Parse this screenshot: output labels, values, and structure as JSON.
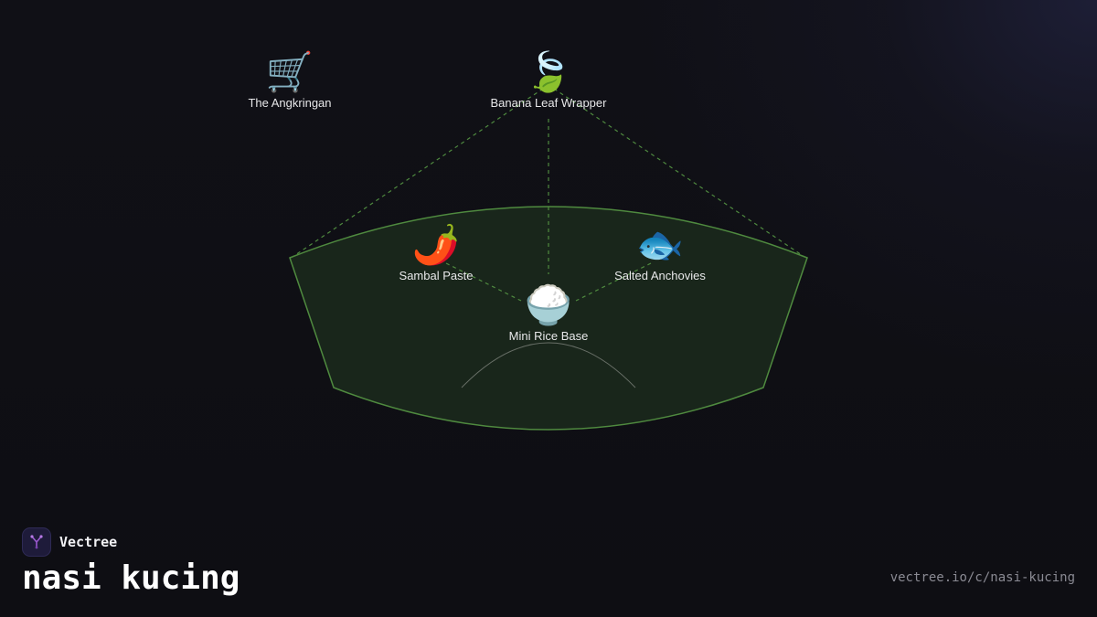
{
  "brand": {
    "name": "Vectree",
    "logo_icon": "vectree-tree-logo-icon"
  },
  "title": "nasi kucing",
  "url": "vectree.io/c/nasi-kucing",
  "colors": {
    "background": "#0f0f14",
    "ring_fill": "#19261b",
    "ring_stroke": "#4f8a3f",
    "connector": "#4f8a3f",
    "logo_accent": "#9b59d0"
  },
  "nodes": {
    "angkringan": {
      "label": "The Angkringan",
      "icon": "shopping-cart-icon",
      "glyph": "🛒"
    },
    "banana_leaf": {
      "label": "Banana Leaf Wrapper",
      "icon": "leaf-icon",
      "glyph": "🍃"
    },
    "sambal": {
      "label": "Sambal Paste",
      "icon": "chili-pepper-icon",
      "glyph": "🌶️"
    },
    "anchovies": {
      "label": "Salted Anchovies",
      "icon": "fish-icon",
      "glyph": "🐟"
    },
    "rice": {
      "label": "Mini Rice Base",
      "icon": "rice-bowl-icon",
      "glyph": "🍚"
    }
  }
}
